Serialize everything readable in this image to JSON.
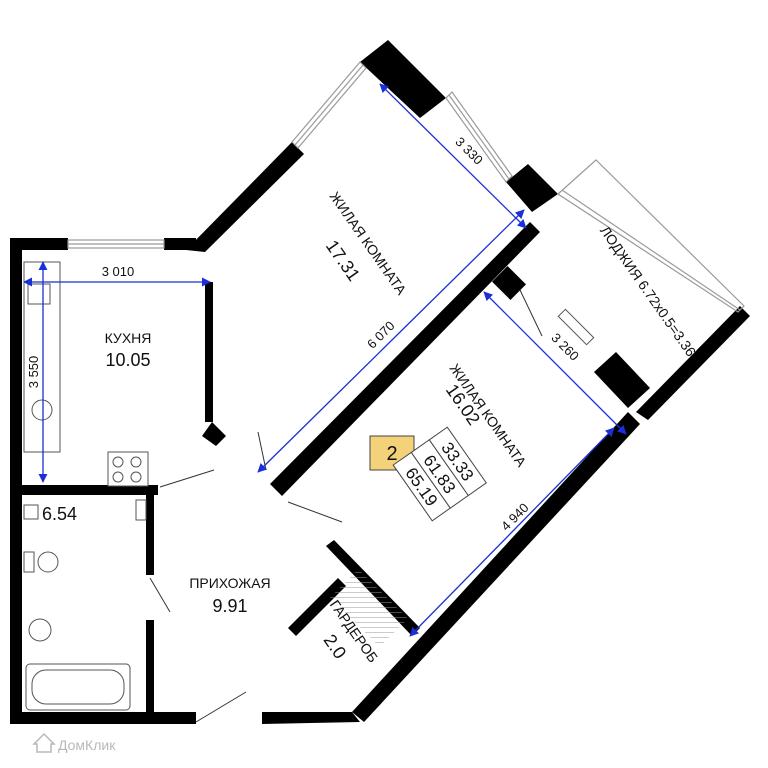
{
  "colors": {
    "wall": "#000000",
    "dimension": "#1a2fd6",
    "badge": "#f3d27a",
    "window": "#9a9a9a"
  },
  "rooms": {
    "kitchen": {
      "name": "КУХНЯ",
      "area": "10.05"
    },
    "living1": {
      "name": "ЖИЛАЯ КОМНАТА",
      "area": "17.31"
    },
    "living2": {
      "name": "ЖИЛАЯ КОМНАТА",
      "area": "16.02"
    },
    "loggia": {
      "name": "ЛОДЖИЯ 6.72х0.5=3.36"
    },
    "hall": {
      "name": "ПРИХОЖАЯ",
      "area": "9.91"
    },
    "bathroom": {
      "area": "6.54"
    },
    "wardrobe": {
      "name": "ГАРДЕРОБ",
      "area": "2.0"
    }
  },
  "dimensions": {
    "kitchen_width": "3 010",
    "kitchen_depth": "3 550",
    "living1_window": "3 330",
    "living1_diagonal": "6 070",
    "living2_width": "3 260",
    "living2_length": "4 940"
  },
  "badge": {
    "rooms": "2",
    "living_area": "33.33",
    "total_area": "61.83",
    "total_with_loggia": "65.19"
  },
  "watermark": "ДомКлик"
}
